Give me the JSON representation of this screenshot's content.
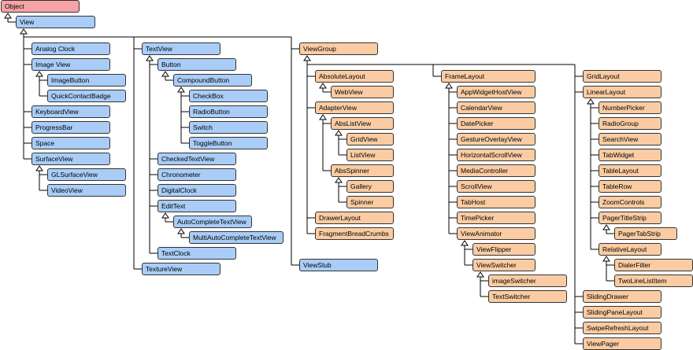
{
  "nodes": [
    {
      "id": "object",
      "label": "Object",
      "color": "red"
    },
    {
      "id": "view",
      "label": "View",
      "color": "blue"
    },
    {
      "id": "analog-clock",
      "label": "Analog Clock",
      "color": "blue"
    },
    {
      "id": "image-view",
      "label": "Image View",
      "color": "blue"
    },
    {
      "id": "image-button",
      "label": "ImageButton",
      "color": "blue"
    },
    {
      "id": "quick-contact-badge",
      "label": "QuickContactBadge",
      "color": "blue"
    },
    {
      "id": "keyboard-view",
      "label": "KeyboardView",
      "color": "blue"
    },
    {
      "id": "progress-bar",
      "label": "ProgressBar",
      "color": "blue"
    },
    {
      "id": "space",
      "label": "Space",
      "color": "blue"
    },
    {
      "id": "surface-view",
      "label": "SurfaceView",
      "color": "blue"
    },
    {
      "id": "gl-surface-view",
      "label": "GLSurfaceView",
      "color": "blue"
    },
    {
      "id": "video-view",
      "label": "VideoView",
      "color": "blue"
    },
    {
      "id": "text-view",
      "label": "TextView",
      "color": "blue"
    },
    {
      "id": "button",
      "label": "Button",
      "color": "blue"
    },
    {
      "id": "compound-button",
      "label": "CompoundButton",
      "color": "blue"
    },
    {
      "id": "check-box",
      "label": "CheckBox",
      "color": "blue"
    },
    {
      "id": "radio-button",
      "label": "RadioButton",
      "color": "blue"
    },
    {
      "id": "switch",
      "label": "Switch",
      "color": "blue"
    },
    {
      "id": "toggle-button",
      "label": "ToggleButton",
      "color": "blue"
    },
    {
      "id": "checked-text-view",
      "label": "CheckedTextView",
      "color": "blue"
    },
    {
      "id": "chronometer",
      "label": "Chronometer",
      "color": "blue"
    },
    {
      "id": "digital-clock",
      "label": "DigitalClock",
      "color": "blue"
    },
    {
      "id": "edit-text",
      "label": "EditText",
      "color": "blue"
    },
    {
      "id": "auto-complete-text-view",
      "label": "AutoCompleteTextView",
      "color": "blue"
    },
    {
      "id": "multi-auto-complete-text-view",
      "label": "MultiAutoCompleteTextView",
      "color": "blue"
    },
    {
      "id": "text-clock",
      "label": "TextClock",
      "color": "blue"
    },
    {
      "id": "texture-view",
      "label": "TextureView",
      "color": "blue"
    },
    {
      "id": "view-group",
      "label": "ViewGroup",
      "color": "orange"
    },
    {
      "id": "absolute-layout",
      "label": "AbsoluteLayout",
      "color": "orange"
    },
    {
      "id": "web-view",
      "label": "WebView",
      "color": "orange"
    },
    {
      "id": "adapter-view",
      "label": "AdapterView",
      "color": "orange"
    },
    {
      "id": "abs-list-view",
      "label": "AbsListView",
      "color": "orange"
    },
    {
      "id": "grid-view",
      "label": "GridView",
      "color": "orange"
    },
    {
      "id": "list-view",
      "label": "ListView",
      "color": "orange"
    },
    {
      "id": "abs-spinner",
      "label": "AbsSpinner",
      "color": "orange"
    },
    {
      "id": "gallery",
      "label": "Gallery",
      "color": "orange"
    },
    {
      "id": "spinner",
      "label": "Spinner",
      "color": "orange"
    },
    {
      "id": "drawer-layout",
      "label": "DrawerLayout",
      "color": "orange"
    },
    {
      "id": "fragment-bread-crumbs",
      "label": "FragmentBreadCrumbs",
      "color": "orange"
    },
    {
      "id": "view-stub",
      "label": "ViewStub",
      "color": "blue"
    },
    {
      "id": "frame-layout",
      "label": "FrameLayout",
      "color": "orange"
    },
    {
      "id": "app-widget-host-view",
      "label": "AppWidgetHostView",
      "color": "orange"
    },
    {
      "id": "calendar-view",
      "label": "CalendarView",
      "color": "orange"
    },
    {
      "id": "date-picker",
      "label": "DatePicker",
      "color": "orange"
    },
    {
      "id": "gesture-overlay-view",
      "label": "GestureOverlayView",
      "color": "orange"
    },
    {
      "id": "horizontal-scroll-view",
      "label": "HorizontalScrollView",
      "color": "orange"
    },
    {
      "id": "media-controller",
      "label": "MediaController",
      "color": "orange"
    },
    {
      "id": "scroll-view",
      "label": "ScrollView",
      "color": "orange"
    },
    {
      "id": "tab-host",
      "label": "TabHost",
      "color": "orange"
    },
    {
      "id": "time-picker",
      "label": "TimePicker",
      "color": "orange"
    },
    {
      "id": "view-animator",
      "label": "ViewAnimator",
      "color": "orange"
    },
    {
      "id": "view-flipper",
      "label": "ViewFlipper",
      "color": "orange"
    },
    {
      "id": "view-switcher",
      "label": "ViewSwitcher",
      "color": "orange"
    },
    {
      "id": "image-switcher",
      "label": "imageSwitcher",
      "color": "orange"
    },
    {
      "id": "text-switcher",
      "label": "TextSwitcher",
      "color": "orange"
    },
    {
      "id": "grid-layout",
      "label": "GridLayout",
      "color": "orange"
    },
    {
      "id": "linear-layout",
      "label": "LinearLayout",
      "color": "orange"
    },
    {
      "id": "number-picker",
      "label": "NumberPicker",
      "color": "orange"
    },
    {
      "id": "radio-group",
      "label": "RadioGroup",
      "color": "orange"
    },
    {
      "id": "search-view",
      "label": "SearchView",
      "color": "orange"
    },
    {
      "id": "tab-widget",
      "label": "TabWidget",
      "color": "orange"
    },
    {
      "id": "table-layout",
      "label": "TableLayout",
      "color": "orange"
    },
    {
      "id": "table-row",
      "label": "TableRow",
      "color": "orange"
    },
    {
      "id": "zoom-controls",
      "label": "ZoomControls",
      "color": "orange"
    },
    {
      "id": "pager-title-strip",
      "label": "PagerTitleStrip",
      "color": "orange"
    },
    {
      "id": "pager-tab-strip",
      "label": "PagerTabStrip",
      "color": "orange"
    },
    {
      "id": "relative-layout",
      "label": "RelativeLayout",
      "color": "orange"
    },
    {
      "id": "dialer-filter",
      "label": "DialerFilter",
      "color": "orange"
    },
    {
      "id": "two-line-list-item",
      "label": "TwoLineListItem",
      "color": "orange"
    },
    {
      "id": "sliding-drawer",
      "label": "SlidingDrawer",
      "color": "orange"
    },
    {
      "id": "sliding-pane-layout",
      "label": "SlidingPaneLayout",
      "color": "orange"
    },
    {
      "id": "swipe-refresh-layout",
      "label": "SwipeRefreshLayout",
      "color": "orange"
    },
    {
      "id": "view-pager",
      "label": "ViewPager",
      "color": "orange"
    }
  ],
  "edges": [
    [
      "view",
      "object"
    ],
    [
      "analog-clock",
      "view"
    ],
    [
      "image-view",
      "view"
    ],
    [
      "keyboard-view",
      "view"
    ],
    [
      "progress-bar",
      "view"
    ],
    [
      "space",
      "view"
    ],
    [
      "surface-view",
      "view"
    ],
    [
      "image-button",
      "image-view"
    ],
    [
      "quick-contact-badge",
      "image-view"
    ],
    [
      "gl-surface-view",
      "surface-view"
    ],
    [
      "video-view",
      "surface-view"
    ],
    [
      "text-view",
      "view"
    ],
    [
      "texture-view",
      "view"
    ],
    [
      "view-group",
      "view"
    ],
    [
      "view-stub",
      "view"
    ],
    [
      "button",
      "text-view"
    ],
    [
      "checked-text-view",
      "text-view"
    ],
    [
      "chronometer",
      "text-view"
    ],
    [
      "digital-clock",
      "text-view"
    ],
    [
      "edit-text",
      "text-view"
    ],
    [
      "text-clock",
      "text-view"
    ],
    [
      "compound-button",
      "button"
    ],
    [
      "check-box",
      "compound-button"
    ],
    [
      "radio-button",
      "compound-button"
    ],
    [
      "switch",
      "compound-button"
    ],
    [
      "toggle-button",
      "compound-button"
    ],
    [
      "auto-complete-text-view",
      "edit-text"
    ],
    [
      "multi-auto-complete-text-view",
      "auto-complete-text-view"
    ],
    [
      "absolute-layout",
      "view-group"
    ],
    [
      "adapter-view",
      "view-group"
    ],
    [
      "drawer-layout",
      "view-group"
    ],
    [
      "fragment-bread-crumbs",
      "view-group"
    ],
    [
      "frame-layout",
      "view-group"
    ],
    [
      "grid-layout",
      "view-group"
    ],
    [
      "linear-layout",
      "view-group"
    ],
    [
      "sliding-drawer",
      "view-group"
    ],
    [
      "sliding-pane-layout",
      "view-group"
    ],
    [
      "swipe-refresh-layout",
      "view-group"
    ],
    [
      "view-pager",
      "view-group"
    ],
    [
      "web-view",
      "absolute-layout"
    ],
    [
      "abs-list-view",
      "adapter-view"
    ],
    [
      "abs-spinner",
      "adapter-view"
    ],
    [
      "grid-view",
      "abs-list-view"
    ],
    [
      "list-view",
      "abs-list-view"
    ],
    [
      "gallery",
      "abs-spinner"
    ],
    [
      "spinner",
      "abs-spinner"
    ],
    [
      "app-widget-host-view",
      "frame-layout"
    ],
    [
      "calendar-view",
      "frame-layout"
    ],
    [
      "date-picker",
      "frame-layout"
    ],
    [
      "gesture-overlay-view",
      "frame-layout"
    ],
    [
      "horizontal-scroll-view",
      "frame-layout"
    ],
    [
      "media-controller",
      "frame-layout"
    ],
    [
      "scroll-view",
      "frame-layout"
    ],
    [
      "tab-host",
      "frame-layout"
    ],
    [
      "time-picker",
      "frame-layout"
    ],
    [
      "view-animator",
      "frame-layout"
    ],
    [
      "view-flipper",
      "view-animator"
    ],
    [
      "view-switcher",
      "view-animator"
    ],
    [
      "image-switcher",
      "view-switcher"
    ],
    [
      "text-switcher",
      "view-switcher"
    ],
    [
      "number-picker",
      "linear-layout"
    ],
    [
      "radio-group",
      "linear-layout"
    ],
    [
      "search-view",
      "linear-layout"
    ],
    [
      "tab-widget",
      "linear-layout"
    ],
    [
      "table-layout",
      "linear-layout"
    ],
    [
      "table-row",
      "linear-layout"
    ],
    [
      "zoom-controls",
      "linear-layout"
    ],
    [
      "pager-title-strip",
      "linear-layout"
    ],
    [
      "relative-layout",
      "linear-layout"
    ],
    [
      "pager-tab-strip",
      "pager-title-strip"
    ],
    [
      "dialer-filter",
      "relative-layout"
    ],
    [
      "two-line-list-item",
      "relative-layout"
    ]
  ],
  "colors": {
    "red": "#f5a3a6",
    "blue": "#a9cdf7",
    "orange": "#fbcca3",
    "line": "#000000"
  }
}
